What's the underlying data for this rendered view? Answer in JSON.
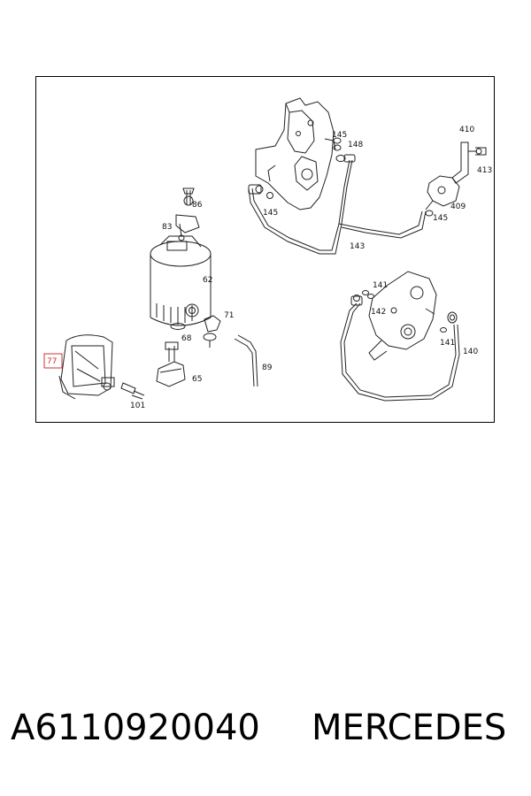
{
  "diagram": {
    "labels": {
      "p145a": "145",
      "p148": "148",
      "p410": "410",
      "p413": "413",
      "p86": "86",
      "p145b": "145",
      "p409": "409",
      "p145c": "145",
      "p83": "83",
      "p143": "143",
      "p62": "62",
      "p141a": "141",
      "p142": "142",
      "p71": "71",
      "p68": "68",
      "p141b": "141",
      "p140": "140",
      "p77": "77",
      "p89": "89",
      "p65": "65",
      "p101": "101"
    },
    "highlight_color": "#cc3333"
  },
  "footer": {
    "part_number": "A6110920040",
    "brand": "MERCEDES"
  }
}
